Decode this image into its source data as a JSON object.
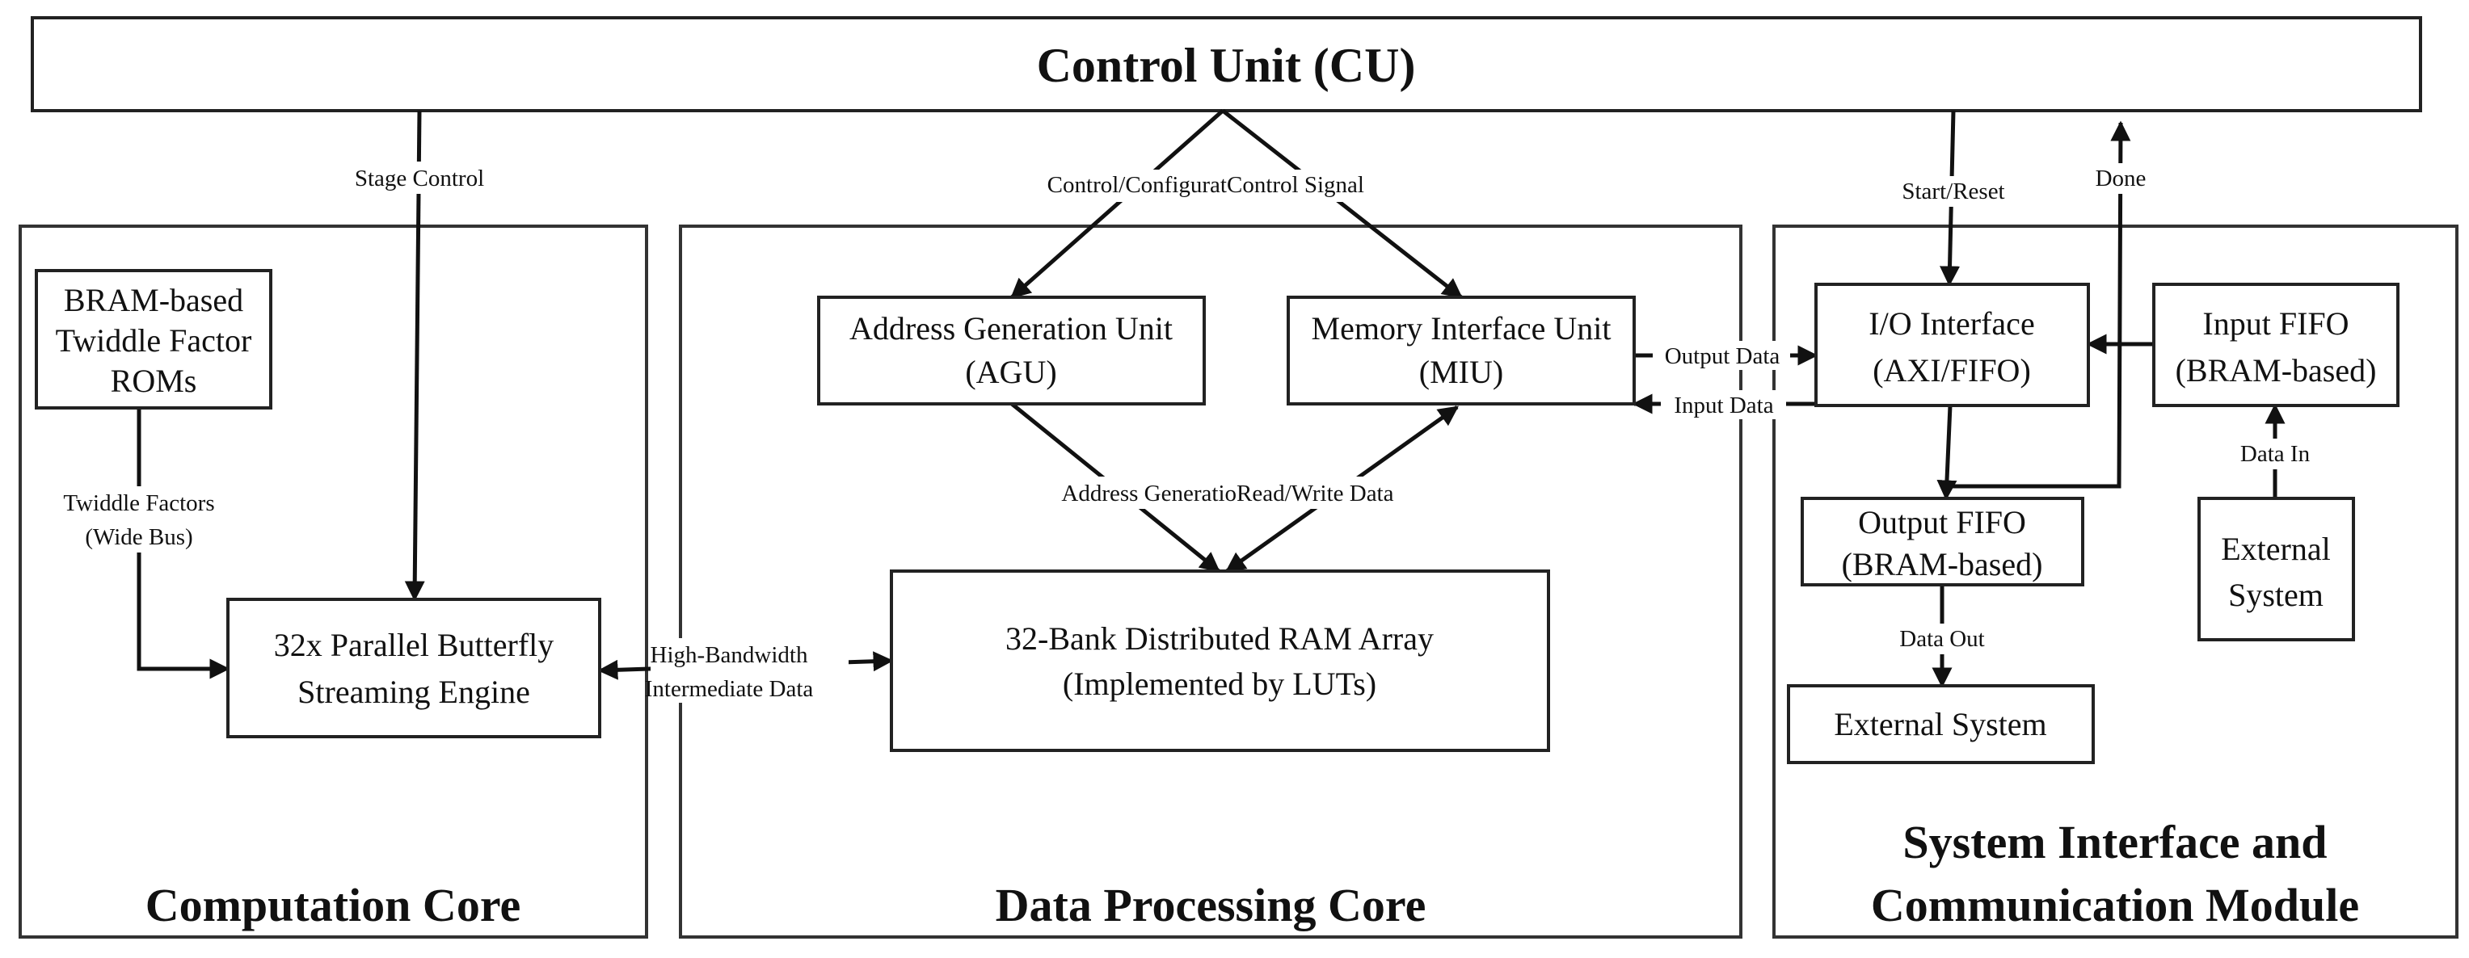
{
  "control_unit": {
    "title": "Control Unit (CU)"
  },
  "sections": {
    "computation": {
      "title": "Computation Core"
    },
    "data_processing": {
      "title": "Data Processing Core"
    },
    "system_interface": {
      "title_line1": "System Interface and",
      "title_line2": "Communication Module"
    }
  },
  "blocks": {
    "twiddle_rom": {
      "line1": "BRAM-based",
      "line2": "Twiddle Factor",
      "line3": "ROMs"
    },
    "butterfly": {
      "line1": "32x Parallel Butterfly",
      "line2": "Streaming Engine"
    },
    "agu": {
      "line1": "Address Generation Unit",
      "line2": "(AGU)"
    },
    "miu": {
      "line1": "Memory Interface Unit",
      "line2": "(MIU)"
    },
    "ram_array": {
      "line1": "32-Bank Distributed RAM Array",
      "line2": "(Implemented by LUTs)"
    },
    "io_interface": {
      "line1": "I/O Interface",
      "line2": "(AXI/FIFO)"
    },
    "input_fifo": {
      "line1": "Input FIFO",
      "line2": "(BRAM-based)"
    },
    "output_fifo": {
      "line1": "Output FIFO",
      "line2": "(BRAM-based)"
    },
    "ext_system_in": {
      "line1": "External",
      "line2": "System"
    },
    "ext_system_out": {
      "line1": "External System"
    }
  },
  "edge_labels": {
    "stage_control": "Stage Control",
    "control_config": "Control/Configurat",
    "control_signal": "Control Signal",
    "start_reset": "Start/Reset",
    "done": "Done",
    "twiddle_line1": "Twiddle Factors",
    "twiddle_line2": "(Wide Bus)",
    "high_bw_line1": "High-Bandwidth",
    "high_bw_line2": "Intermediate Data",
    "address_gen": "Address Generatio",
    "read_write": "Read/Write Data",
    "output_data": "Output Data",
    "input_data": "Input Data",
    "data_in": "Data In",
    "data_out": "Data Out"
  }
}
